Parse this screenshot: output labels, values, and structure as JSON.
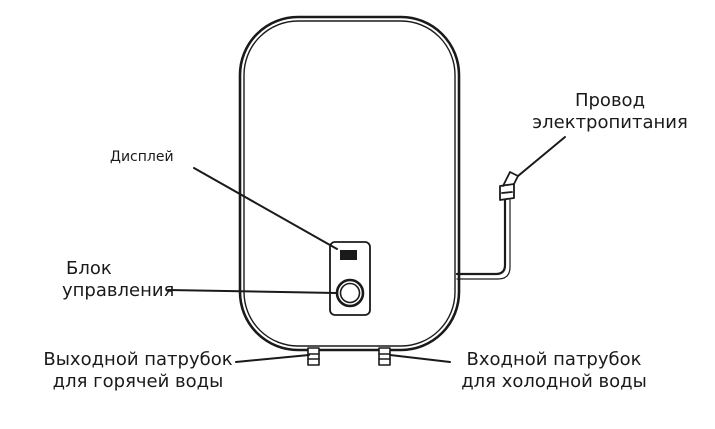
{
  "labels": {
    "display": "Дисплей",
    "control_line1": "Блок",
    "control_line2": "управления",
    "power_line1": "Провод",
    "power_line2": "электропитания",
    "outlet_line1": "Выходной патрубок",
    "outlet_line2": "для горячей воды",
    "inlet_line1": "Входной патрубок",
    "inlet_line2": "для холодной воды"
  },
  "colors": {
    "line": "#1a1a1a",
    "background": "#ffffff"
  }
}
